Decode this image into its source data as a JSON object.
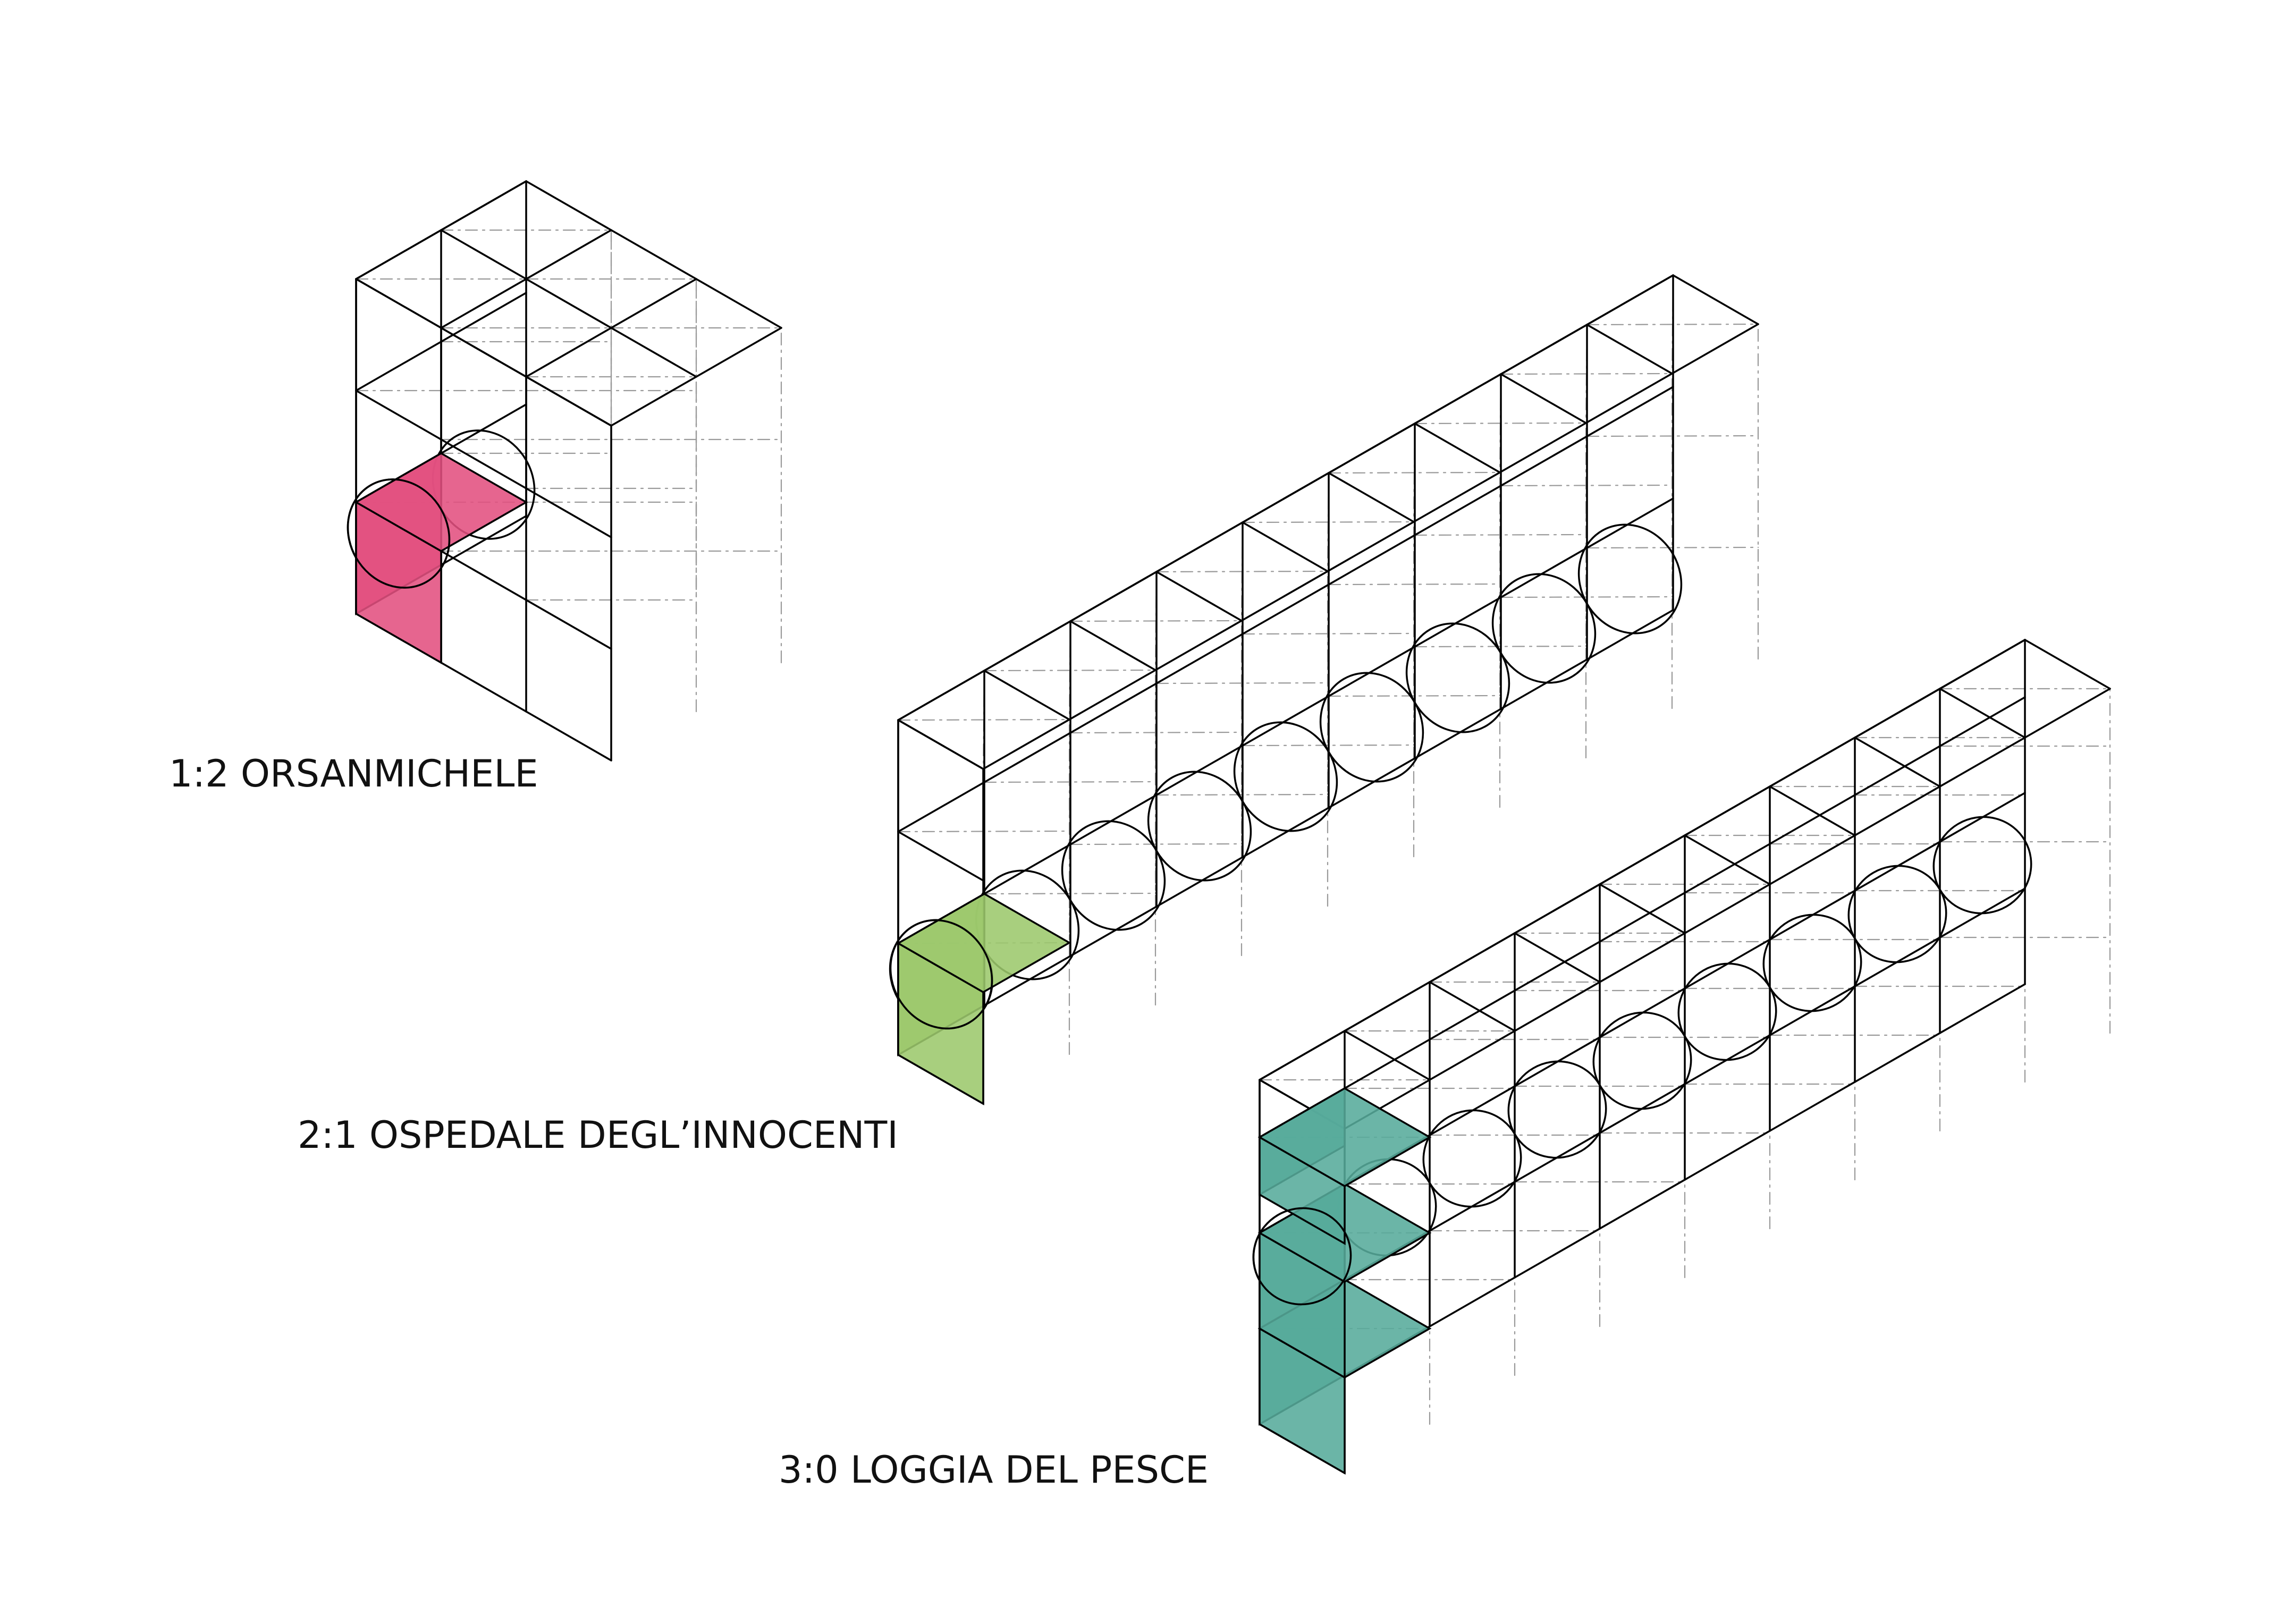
{
  "colors": {
    "background": "#ffffff",
    "line": "#000000",
    "hidden_line": "#9a9a9a",
    "orsanmichele": "#e2507f",
    "innocenti": "#9cc86c",
    "pesce": "#56ab9b"
  },
  "diagrams": [
    {
      "id": "orsanmichele",
      "label": "1:2 ORSANMICHELE",
      "bays": 2,
      "depth_modules": 3,
      "height_modules": 3,
      "arcade_levels": 1,
      "highlight_color_key": "orsanmichele"
    },
    {
      "id": "innocenti",
      "label": "2:1 OSPEDALE DEGL’INNOCENTI",
      "bays": 9,
      "depth_modules": 1,
      "height_modules": 3,
      "arcade_levels": 1,
      "highlight_color_key": "innocenti"
    },
    {
      "id": "pesce",
      "label": "3:0 LOGGIA DEL PESCE",
      "bays": 9,
      "depth_modules": 1,
      "height_modules": 4,
      "arcade_levels": 1,
      "highlight_color_key": "pesce"
    }
  ]
}
